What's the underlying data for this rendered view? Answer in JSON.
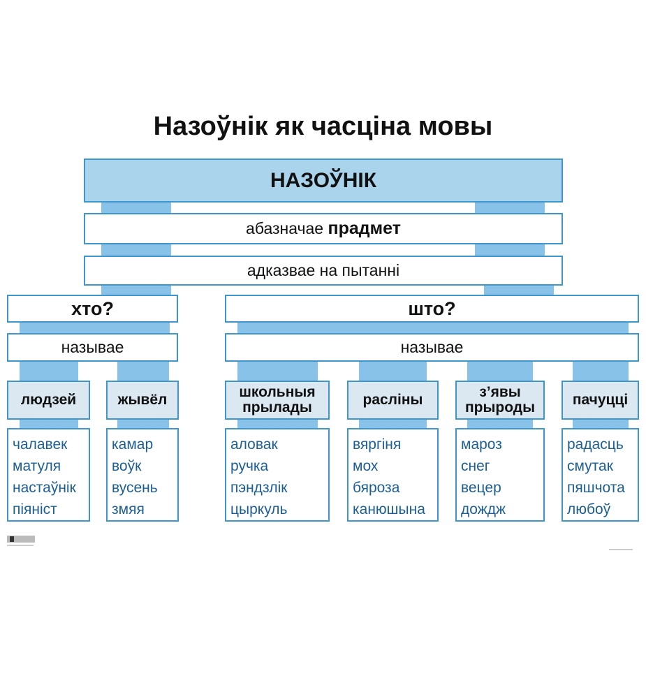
{
  "title": "Назоўнік як часціна мовы",
  "root": "НАЗОЎНІК",
  "meaning_prefix": "абазначае",
  "meaning_bold": "прадмет",
  "answers": "адказвае на пытанні",
  "branches": [
    {
      "question": "хто?",
      "names": "называе",
      "categories": [
        {
          "label": "людзей",
          "words": [
            "чалавек",
            "матуля",
            "настаўнік",
            "піяніст"
          ]
        },
        {
          "label": "жывёл",
          "words": [
            "камар",
            "воўк",
            "вусень",
            "змяя"
          ]
        }
      ]
    },
    {
      "question": "што?",
      "names": "называе",
      "categories": [
        {
          "label": "школьныя прылады",
          "words": [
            "аловак",
            "ручка",
            "пэндзлік",
            "цыркуль"
          ]
        },
        {
          "label": "расліны",
          "words": [
            "вяргіня",
            "мох",
            "бяроза",
            "канюшына"
          ]
        },
        {
          "label": "з’явы прыроды",
          "words": [
            "мароз",
            "снег",
            "вецер",
            "дождж"
          ]
        },
        {
          "label": "пачуцці",
          "words": [
            "радасць",
            "смутак",
            "пяшчота",
            "любоў"
          ]
        }
      ]
    }
  ],
  "colors": {
    "border": "#3f96cb",
    "connector": "#88c2e8",
    "header_fill": "#a9d4ec",
    "category_fill": "#dbe8f1",
    "word_text": "#1d5f93"
  }
}
